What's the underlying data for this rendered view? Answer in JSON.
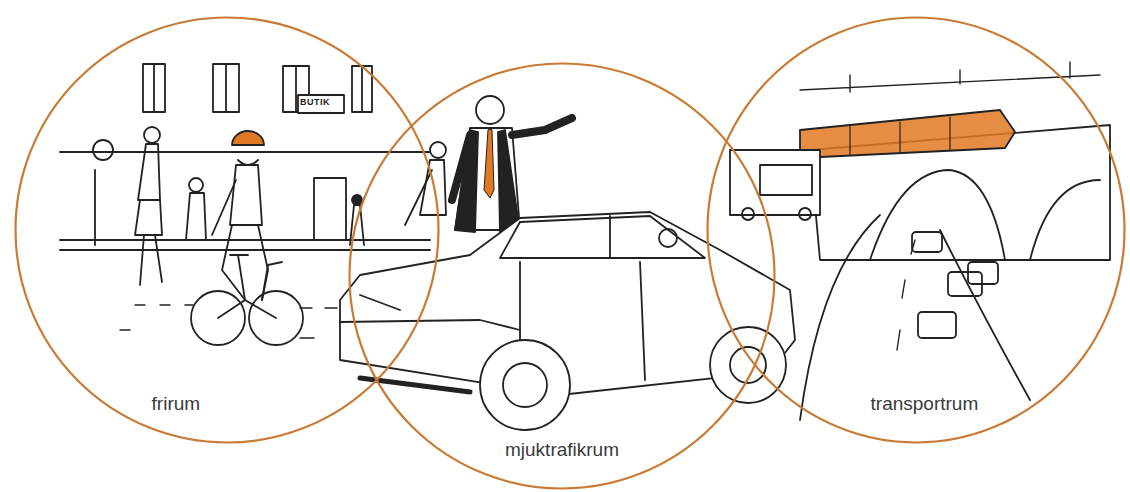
{
  "diagram": {
    "nodes": [
      {
        "text": [
          "frirum"
        ]
      },
      {
        "text": [
          "mjuktrafikrum"
        ]
      },
      {
        "text": [
          "transportrum"
        ]
      }
    ],
    "labels": [
      "BUTIK"
    ]
  }
}
